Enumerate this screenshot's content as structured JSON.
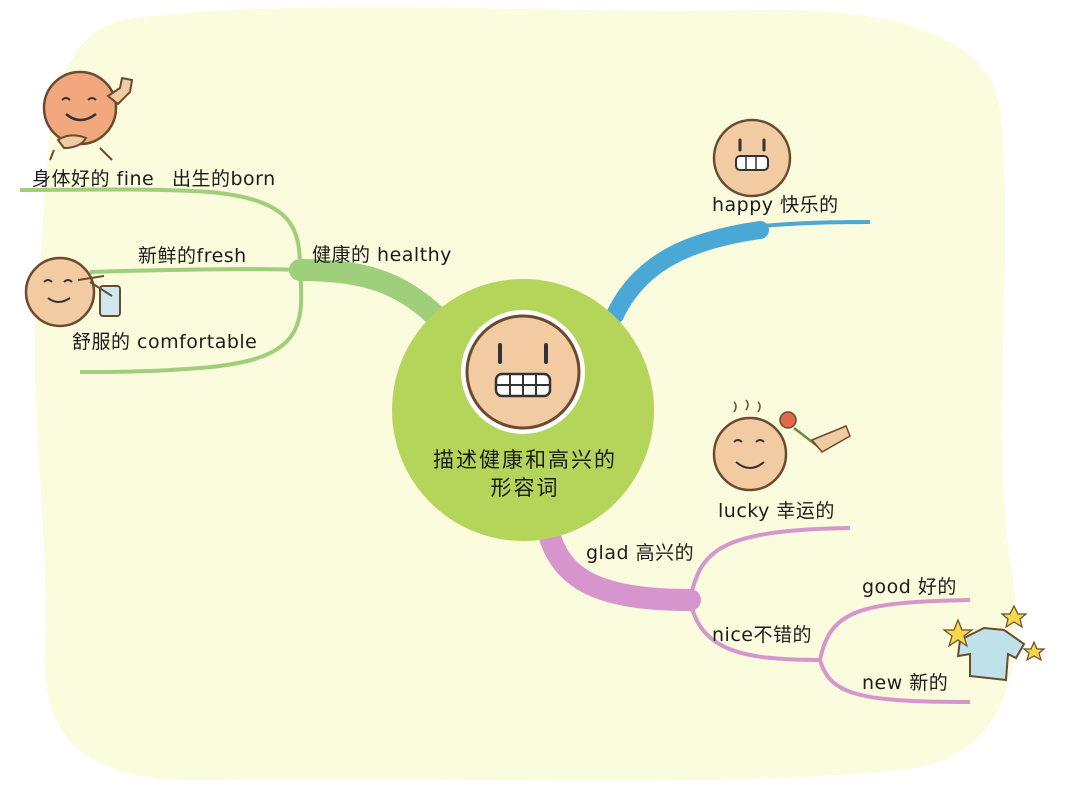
{
  "center": {
    "title_line1": "描述健康和高兴的",
    "title_line2": "形容词"
  },
  "branches": {
    "health": {
      "label": "健康的 healthy",
      "color": "#9fcf7a",
      "children": [
        {
          "label": "身体好的 fine"
        },
        {
          "label": "出生的born"
        },
        {
          "label": "新鲜的fresh"
        },
        {
          "label": "舒服的 comfortable"
        }
      ]
    },
    "happy": {
      "label": "happy 快乐的",
      "color": "#4aa8d6"
    },
    "glad": {
      "label": "glad 高兴的",
      "color": "#d695cc",
      "children": [
        {
          "label": "lucky 幸运的"
        },
        {
          "label": "nice不错的",
          "children": [
            {
              "label": "good 好的"
            },
            {
              "label": "new 新的"
            }
          ]
        }
      ]
    }
  },
  "colors": {
    "background_blob": "#fbfbdd",
    "center_circle": "#b4d45a",
    "face_fill": "#f2cba3",
    "face_stroke": "#6b4a2e"
  },
  "icons": [
    "grinning-face-icon",
    "thumbs-up-face-icon",
    "drinking-face-icon",
    "smiling-face-icon",
    "flower-face-icon",
    "shirt-stars-icon"
  ]
}
